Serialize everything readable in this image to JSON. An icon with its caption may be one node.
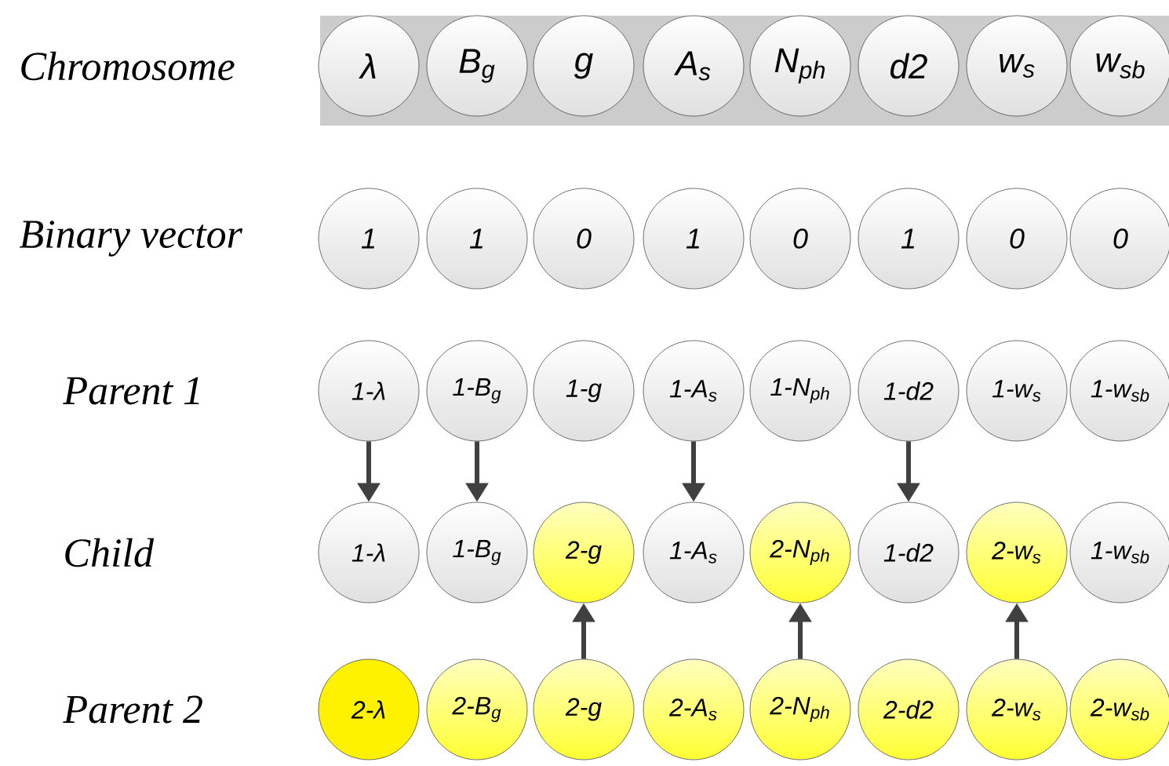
{
  "diagram": {
    "nodes": [
      {
        "text": [],
        "shape": "box"
      },
      {
        "text": [
          "λ"
        ],
        "in": 0
      },
      {
        "text": [
          "B$_{g}$"
        ],
        "in": 0
      },
      {
        "text": [
          "g"
        ],
        "in": 0
      },
      {
        "text": [
          "A$_{s}$"
        ],
        "in": 0
      },
      {
        "text": [
          "N$_{ph}$"
        ],
        "in": 0
      },
      {
        "text": [
          "d2"
        ],
        "in": 0
      },
      {
        "text": [
          "w$_{s}$"
        ],
        "in": 0
      },
      {
        "text": [
          "w$_{sb}$"
        ],
        "in": 0
      },
      {
        "text": [
          "1"
        ]
      },
      {
        "text": [
          "1"
        ]
      },
      {
        "text": [
          "0"
        ]
      },
      {
        "text": [
          "1"
        ]
      },
      {
        "text": [
          "0"
        ]
      },
      {
        "text": [
          "1"
        ]
      },
      {
        "text": [
          "0"
        ]
      },
      {
        "text": [
          "0"
        ]
      },
      {
        "text": [
          "1-λ"
        ]
      },
      {
        "text": [
          "1-B$_{g}$"
        ]
      },
      {
        "text": [
          "1-g"
        ]
      },
      {
        "text": [
          "1-A$_{s}$"
        ]
      },
      {
        "text": [
          "1-N$_{ph}$"
        ]
      },
      {
        "text": [
          "1-d2"
        ]
      },
      {
        "text": [
          "1-w$_{s}$"
        ]
      },
      {
        "text": [
          "1-w$_{sb}$"
        ]
      },
      {
        "text": [
          "1-λ"
        ]
      },
      {
        "text": [
          "1-B$_{g}$"
        ]
      },
      {
        "text": [
          "2-g"
        ]
      },
      {
        "text": [
          "1-A$_{s}$"
        ]
      },
      {
        "text": [
          "2-N$_{ph}$"
        ]
      },
      {
        "text": [
          "1-d2"
        ]
      },
      {
        "text": [
          "2-w$_{s}$"
        ]
      },
      {
        "text": [
          "1-w$_{sb}$"
        ]
      },
      {
        "text": [
          "2-λ"
        ]
      },
      {
        "text": [
          "2-B$_{g}$"
        ]
      },
      {
        "text": [
          "2-g"
        ]
      },
      {
        "text": [
          "2-A$_{s}$"
        ]
      },
      {
        "text": [
          "2-N$_{ph}$"
        ]
      },
      {
        "text": [
          "2-d2"
        ]
      },
      {
        "text": [
          "2-w$_{s}$"
        ]
      },
      {
        "text": [
          "2-w$_{sb}$"
        ]
      }
    ],
    "edges": [
      {
        "from": 17,
        "to": 25,
        "arrow": "to"
      },
      {
        "from": 18,
        "to": 26,
        "arrow": "to"
      },
      {
        "from": 20,
        "to": 28,
        "arrow": "to"
      },
      {
        "from": 22,
        "to": 30,
        "arrow": "to"
      },
      {
        "from": 35,
        "to": 27,
        "arrow": "to"
      },
      {
        "from": 37,
        "to": 29,
        "arrow": "to"
      },
      {
        "from": 39,
        "to": 31,
        "arrow": "to"
      }
    ],
    "labels": [
      "Chromosome",
      "Binary vector",
      "Parent 1",
      "Child",
      "Parent 2"
    ]
  }
}
